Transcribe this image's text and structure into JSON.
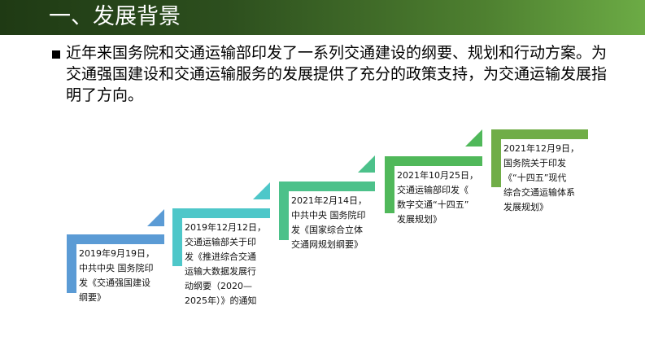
{
  "header": {
    "title": "一、发展背景"
  },
  "intro": {
    "text": "近年来国务院和交通运输部印发了一系列交通建设的纲要、规划和行动方案。为交通强国建设和交通运输服务的发展提供了充分的政策支持，为交通运输发展指明了方向。"
  },
  "steps": [
    {
      "color": "#5b9bd5",
      "lines": [
        "2019年9月19日，",
        "中共中央 国务院印",
        "发《交通强国建设",
        "纲要》"
      ]
    },
    {
      "color": "#4ec7c9",
      "lines": [
        "2019年12月12日，",
        "交通运输部关于印",
        "发《推进综合交通",
        "运输大数据发展行",
        "动纲要（2020—",
        "2025年）》的通知"
      ]
    },
    {
      "color": "#4cc18a",
      "lines": [
        "2021年2月14日，",
        "中共中央 国务院印",
        "发《国家综合立体",
        "交通网规划纲要》"
      ]
    },
    {
      "color": "#50b85a",
      "lines": [
        "2021年10月25日，",
        "交通运输部印发《",
        "数字交通“十四五”",
        "发展规划》"
      ]
    },
    {
      "color": "#70ad47",
      "lines": [
        "2021年12月9日，",
        "国务院关于印发",
        "《“十四五”现代",
        "综合交通运输体系",
        "发展规划》"
      ]
    }
  ]
}
